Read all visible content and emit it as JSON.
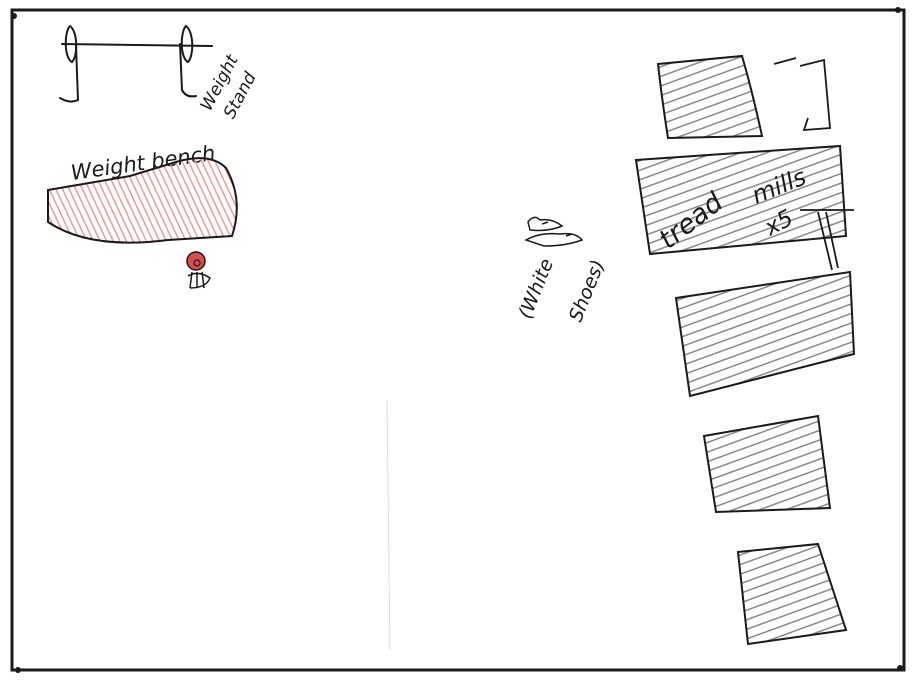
{
  "labels": {
    "weight_stand": [
      "Weight",
      "Stand"
    ],
    "weight_bench": "Weight bench",
    "treadmills": [
      "tread",
      "mills",
      "x5"
    ],
    "white_shoes": [
      "(White",
      "Shoes)"
    ]
  },
  "colors": {
    "ink": "#1a1a1a",
    "pencil_gray": "#7a7a7a",
    "bench_red": "#e88a8a",
    "figure_red": "#d94f4f"
  }
}
